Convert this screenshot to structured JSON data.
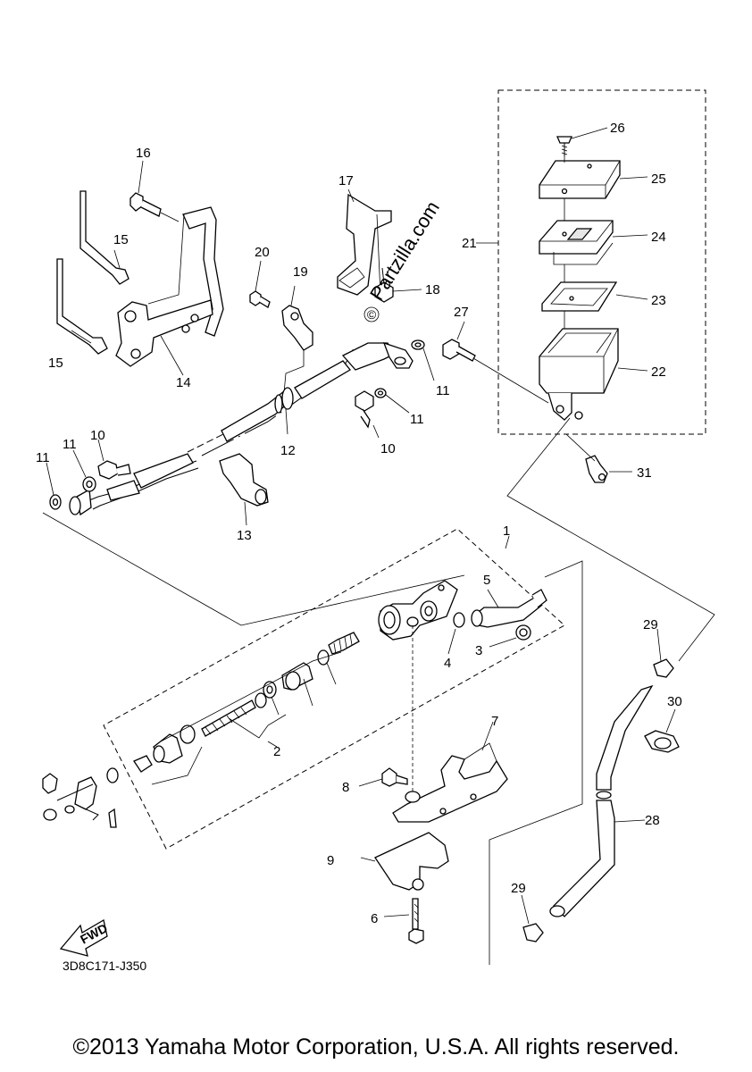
{
  "diagram_code": "3D8C171-J350",
  "copyright": "©2013 Yamaha Motor Corporation, U.S.A. All rights reserved.",
  "watermark": "Partzilla.com",
  "fwd_label": "FWD",
  "callouts": {
    "c1": "1",
    "c2": "2",
    "c3": "3",
    "c4": "4",
    "c5": "5",
    "c6": "6",
    "c7": "7",
    "c8": "8",
    "c9": "9",
    "c10a": "10",
    "c10b": "10",
    "c11a": "11",
    "c11b": "11",
    "c11c": "11",
    "c11d": "11",
    "c12": "12",
    "c13": "13",
    "c14": "14",
    "c15a": "15",
    "c15b": "15",
    "c16": "16",
    "c17": "17",
    "c18": "18",
    "c19": "19",
    "c20": "20",
    "c21": "21",
    "c22": "22",
    "c23": "23",
    "c24": "24",
    "c25": "25",
    "c26": "26",
    "c27": "27",
    "c28": "28",
    "c29a": "29",
    "c29b": "29",
    "c30": "30",
    "c31": "31"
  }
}
